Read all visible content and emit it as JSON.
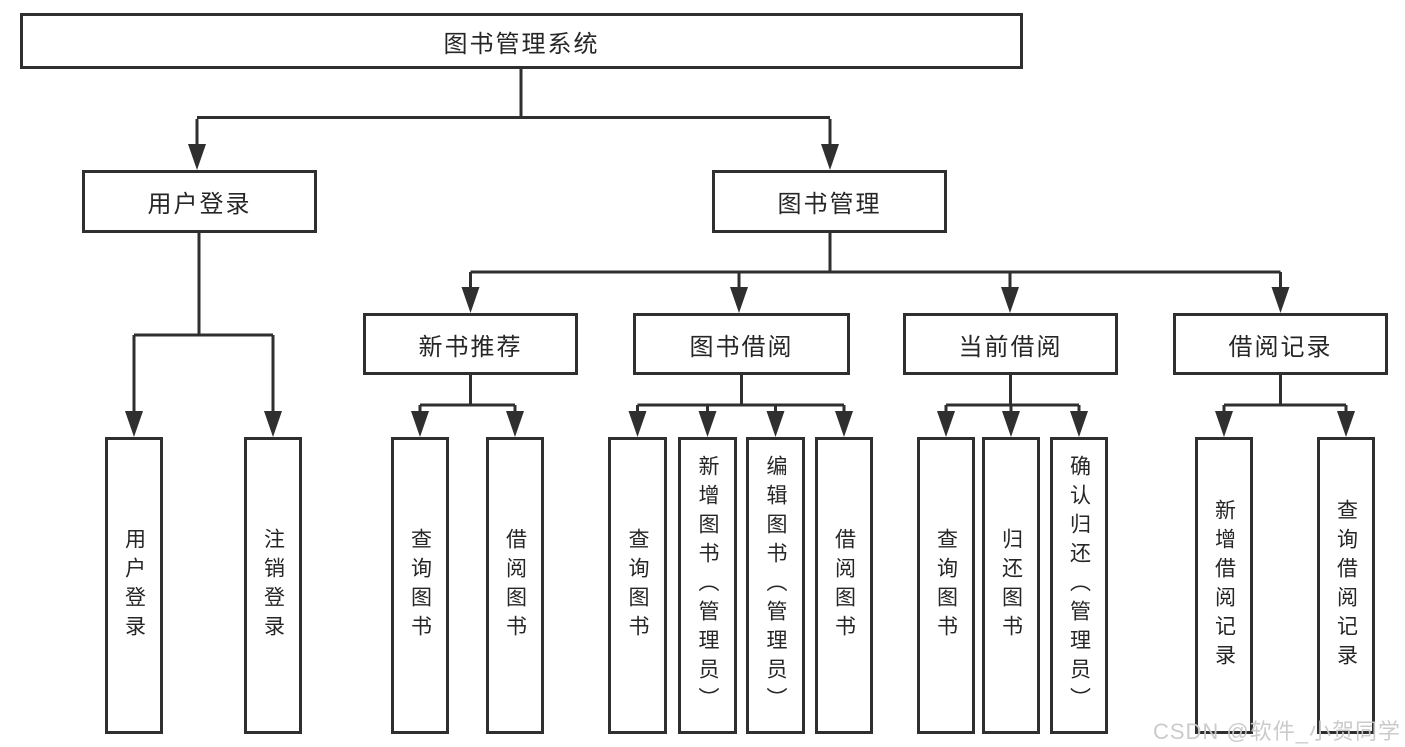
{
  "tree": {
    "label": "图书管理系统",
    "children": [
      {
        "label": "用户登录",
        "children": [
          {
            "label": "用户登录"
          },
          {
            "label": "注销登录"
          }
        ]
      },
      {
        "label": "图书管理",
        "children": [
          {
            "label": "新书推荐",
            "children": [
              {
                "label": "查询图书"
              },
              {
                "label": "借阅图书"
              }
            ]
          },
          {
            "label": "图书借阅",
            "children": [
              {
                "label": "查询图书"
              },
              {
                "label": "新增图书（管理员）"
              },
              {
                "label": "编辑图书（管理员）"
              },
              {
                "label": "借阅图书"
              }
            ]
          },
          {
            "label": "当前借阅",
            "children": [
              {
                "label": "查询图书"
              },
              {
                "label": "归还图书"
              },
              {
                "label": "确认归还（管理员）"
              }
            ]
          },
          {
            "label": "借阅记录",
            "children": [
              {
                "label": "新增借阅记录"
              },
              {
                "label": "查询借阅记录"
              }
            ]
          }
        ]
      }
    ]
  },
  "watermark": "CSDN @软件_小贺同学",
  "colors": {
    "line": "#2f2f2f",
    "text": "#262626",
    "background": "#ffffff",
    "watermark": "#c9c9c9"
  }
}
